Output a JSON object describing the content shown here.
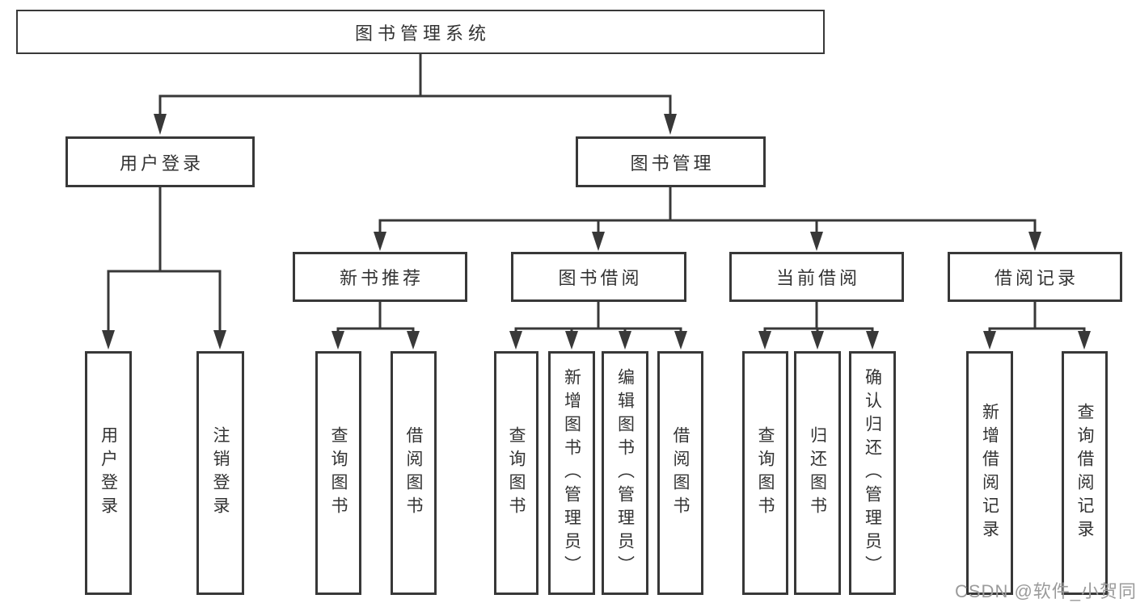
{
  "diagram": {
    "type": "hierarchy-tree",
    "colors": {
      "line": "#383838",
      "text": "#333333",
      "box_fill": "#ffffff",
      "watermark": "#9b9b9b"
    },
    "watermark": "CSDN @软件_小贺同学",
    "tree": {
      "root": {
        "label": "图书管理系统"
      },
      "level2": [
        {
          "label": "用户登录"
        },
        {
          "label": "图书管理"
        }
      ],
      "level3": [
        {
          "label": "新书推荐",
          "parent": "图书管理"
        },
        {
          "label": "图书借阅",
          "parent": "图书管理"
        },
        {
          "label": "当前借阅",
          "parent": "图书管理"
        },
        {
          "label": "借阅记录",
          "parent": "图书管理"
        }
      ],
      "leaves": [
        {
          "label": "用户登录",
          "parent": "用户登录"
        },
        {
          "label": "注销登录",
          "parent": "用户登录"
        },
        {
          "label": "查询图书",
          "parent": "新书推荐"
        },
        {
          "label": "借阅图书",
          "parent": "新书推荐"
        },
        {
          "label": "查询图书",
          "parent": "图书借阅"
        },
        {
          "label": "新增图书（管理员）",
          "parent": "图书借阅"
        },
        {
          "label": "编辑图书（管理员）",
          "parent": "图书借阅"
        },
        {
          "label": "借阅图书",
          "parent": "图书借阅"
        },
        {
          "label": "查询图书",
          "parent": "当前借阅"
        },
        {
          "label": "归还图书",
          "parent": "当前借阅"
        },
        {
          "label": "确认归还（管理员）",
          "parent": "当前借阅"
        },
        {
          "label": "新增借阅记录",
          "parent": "借阅记录"
        },
        {
          "label": "查询借阅记录",
          "parent": "借阅记录"
        }
      ]
    }
  }
}
